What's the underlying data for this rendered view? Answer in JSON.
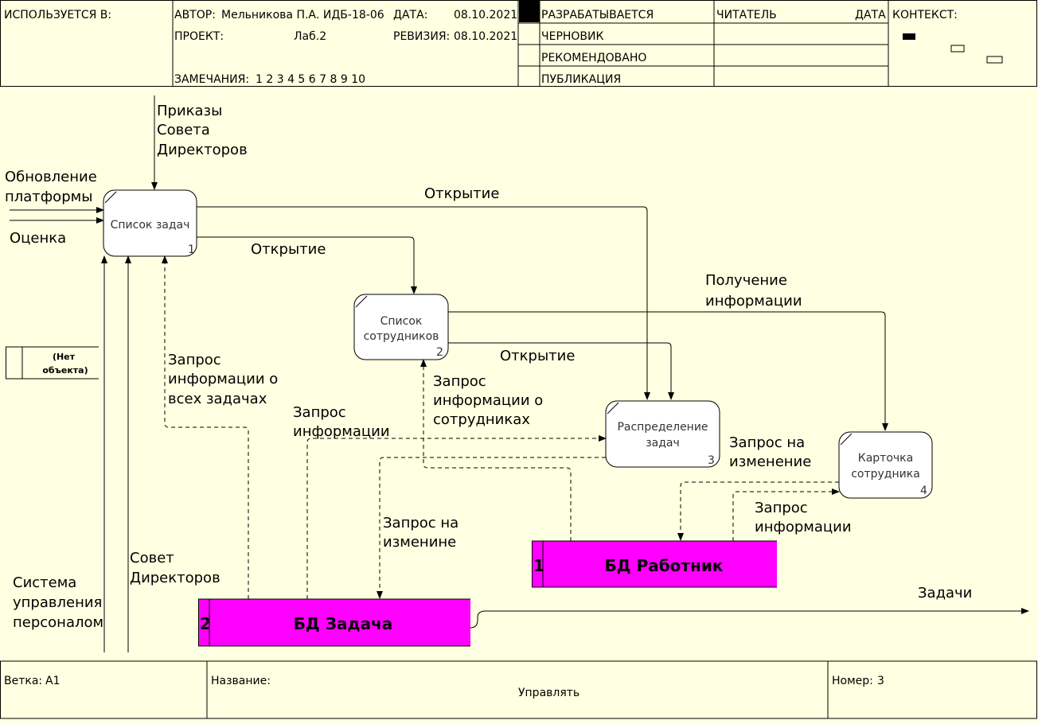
{
  "header": {
    "used_in": "ИСПОЛЬЗУЕТСЯ В:",
    "author_label": "АВТОР:",
    "author": "Мельникова П.А. ИДБ-18-06",
    "date_label": "ДАТА:",
    "date": "08.10.2021",
    "project_label": "ПРОЕКТ:",
    "project": "Лаб.2",
    "revision_label": "РЕВИЗИЯ:",
    "revision": "08.10.2021",
    "notes_label": "ЗАМЕЧАНИЯ:",
    "notes": "1 2 3 4 5 6 7 8 9 10",
    "status": [
      "РАЗРАБАТЫВАЕТСЯ",
      "ЧЕРНОВИК",
      "РЕКОМЕНДОВАНО",
      "ПУБЛИКАЦИЯ"
    ],
    "reader_label": "ЧИТАТЕЛЬ",
    "reader_date_label": "ДАТА",
    "context_label": "КОНТЕКСТ:"
  },
  "boxes": {
    "b1": {
      "line1": "Список задач",
      "line2": "",
      "num": "1"
    },
    "b2": {
      "line1": "Список",
      "line2": "сотрудников",
      "num": "2"
    },
    "b3": {
      "line1": "Распределение",
      "line2": "задач",
      "num": "3"
    },
    "b4": {
      "line1": "Карточка",
      "line2": "сотрудника",
      "num": "4"
    }
  },
  "stores": {
    "s1": {
      "num": "1",
      "name": "БД Работник"
    },
    "s2": {
      "num": "2",
      "name": "БД Задача"
    }
  },
  "no_object": {
    "line1": "(Нет",
    "line2": "объекта)"
  },
  "arrows": {
    "orders": [
      "Приказы",
      "Совета",
      "Директоров"
    ],
    "update": [
      "Обновление",
      "платформы"
    ],
    "rating": "Оценка",
    "open1": "Открытие",
    "open2": "Открытие",
    "open3": "Открытие",
    "get_info": [
      "Получение",
      "информации"
    ],
    "req_all_tasks": [
      "Запрос",
      "информации о",
      "всех задачах"
    ],
    "req_info": [
      "Запрос",
      "информации"
    ],
    "req_staff": [
      "Запрос",
      "информации о",
      "сотрудниках"
    ],
    "req_change1": [
      "Запрос на",
      "изменение"
    ],
    "req_change2": [
      "Запрос на",
      "изменине"
    ],
    "req_info2": [
      "Запрос",
      "информации"
    ],
    "board": [
      "Совет",
      "Директоров"
    ],
    "hrms": [
      "Система",
      "управления",
      "персоналом"
    ],
    "tasks_out": "Задачи"
  },
  "footer": {
    "branch_label": "Ветка:",
    "branch": "A1",
    "name_label": "Название:",
    "name": "Управлять",
    "number_label": "Номер:",
    "number": "3"
  }
}
